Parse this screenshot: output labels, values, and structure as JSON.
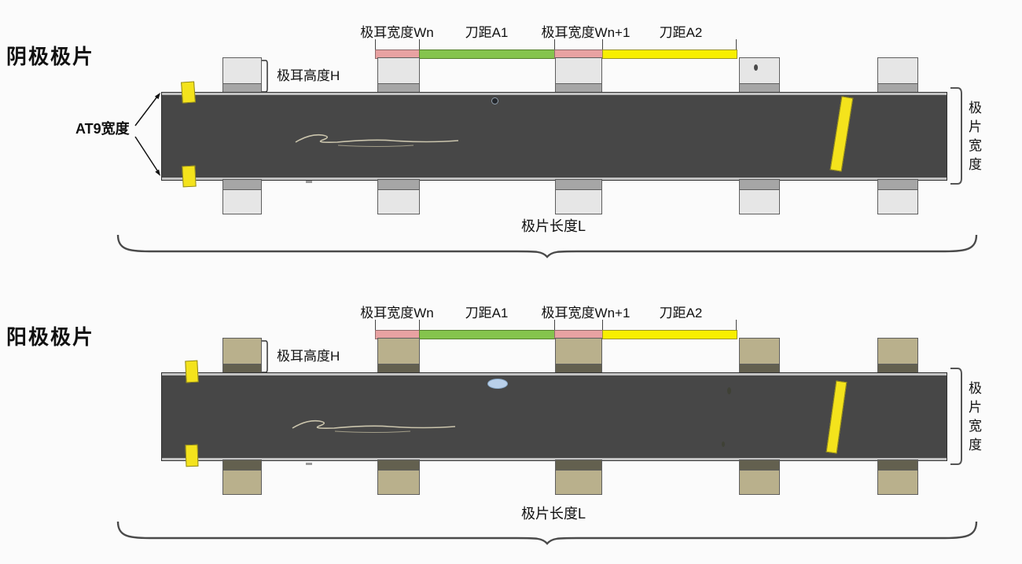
{
  "colors": {
    "background": "#fbfbfb",
    "strip": "#474747",
    "strip_edge": "#c3c3c3",
    "cathode_tab": "#e6e6e6",
    "cathode_tab_band": "#a6a6a6",
    "anode_tab": "#b9b08c",
    "anode_tab_band": "#63604f",
    "dim_pink": "#e8a2a2",
    "dim_green": "#85c44d",
    "dim_yellow": "#f8ef00",
    "marker_yellow": "#f4e31c",
    "defect_blue": "#b9d0ea"
  },
  "sections": [
    {
      "title": "阴极极片",
      "labels": {
        "tab_width_n": "极耳宽度Wn",
        "cutter_a1": "刀距A1",
        "tab_width_n_plus_1": "极耳宽度Wn+1",
        "cutter_a2": "刀距A2",
        "tab_height": "极耳高度H",
        "at9_width": "AT9宽度",
        "sheet_width": "极片宽度",
        "sheet_length": "极片长度L"
      }
    },
    {
      "title": "阳极极片",
      "labels": {
        "tab_width_n": "极耳宽度Wn",
        "cutter_a1": "刀距A1",
        "tab_width_n_plus_1": "极耳宽度Wn+1",
        "cutter_a2": "刀距A2",
        "tab_height": "极耳高度H",
        "sheet_width": "极片宽度",
        "sheet_length": "极片长度L"
      }
    }
  ]
}
